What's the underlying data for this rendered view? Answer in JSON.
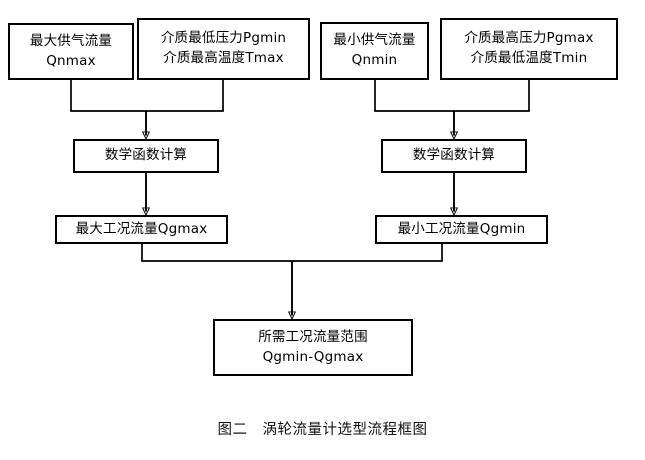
{
  "figure": {
    "caption": "图二　涡轮流量计选型流程框图",
    "type": "flowchart",
    "orientation": "top-to-bottom",
    "stroke_color": "#000000",
    "background_color": "#ffffff"
  },
  "nodes": {
    "qnmax": {
      "line1": "最大供气流量",
      "line2": "Qnmax"
    },
    "pgmin_tmax": {
      "line1": "介质最低压力Pgmin",
      "line2": "介质最高温度Tmax"
    },
    "qnmin": {
      "line1": "最小供气流量",
      "line2": "Qnmin"
    },
    "pgmax_tmin": {
      "line1": "介质最高压力Pgmax",
      "line2": "介质最低温度Tmin"
    },
    "calc_left": {
      "line1": "数学函数计算"
    },
    "calc_right": {
      "line1": "数学函数计算"
    },
    "qgmax": {
      "line1": "最大工况流量Qgmax"
    },
    "qgmin": {
      "line1": "最小工况流量Qgmin"
    },
    "result": {
      "line1": "所需工况流量范围",
      "line2": "Qgmin-Qgmax"
    }
  },
  "edges": [
    {
      "from": "qnmax",
      "to": "calc_left",
      "style": "merge-arrow"
    },
    {
      "from": "pgmin_tmax",
      "to": "calc_left",
      "style": "merge-arrow"
    },
    {
      "from": "qnmin",
      "to": "calc_right",
      "style": "merge-arrow"
    },
    {
      "from": "pgmax_tmin",
      "to": "calc_right",
      "style": "merge-arrow"
    },
    {
      "from": "calc_left",
      "to": "qgmax",
      "style": "arrow"
    },
    {
      "from": "calc_right",
      "to": "qgmin",
      "style": "arrow"
    },
    {
      "from": "qgmax",
      "to": "result",
      "style": "merge-arrow"
    },
    {
      "from": "qgmin",
      "to": "result",
      "style": "merge-arrow"
    }
  ]
}
